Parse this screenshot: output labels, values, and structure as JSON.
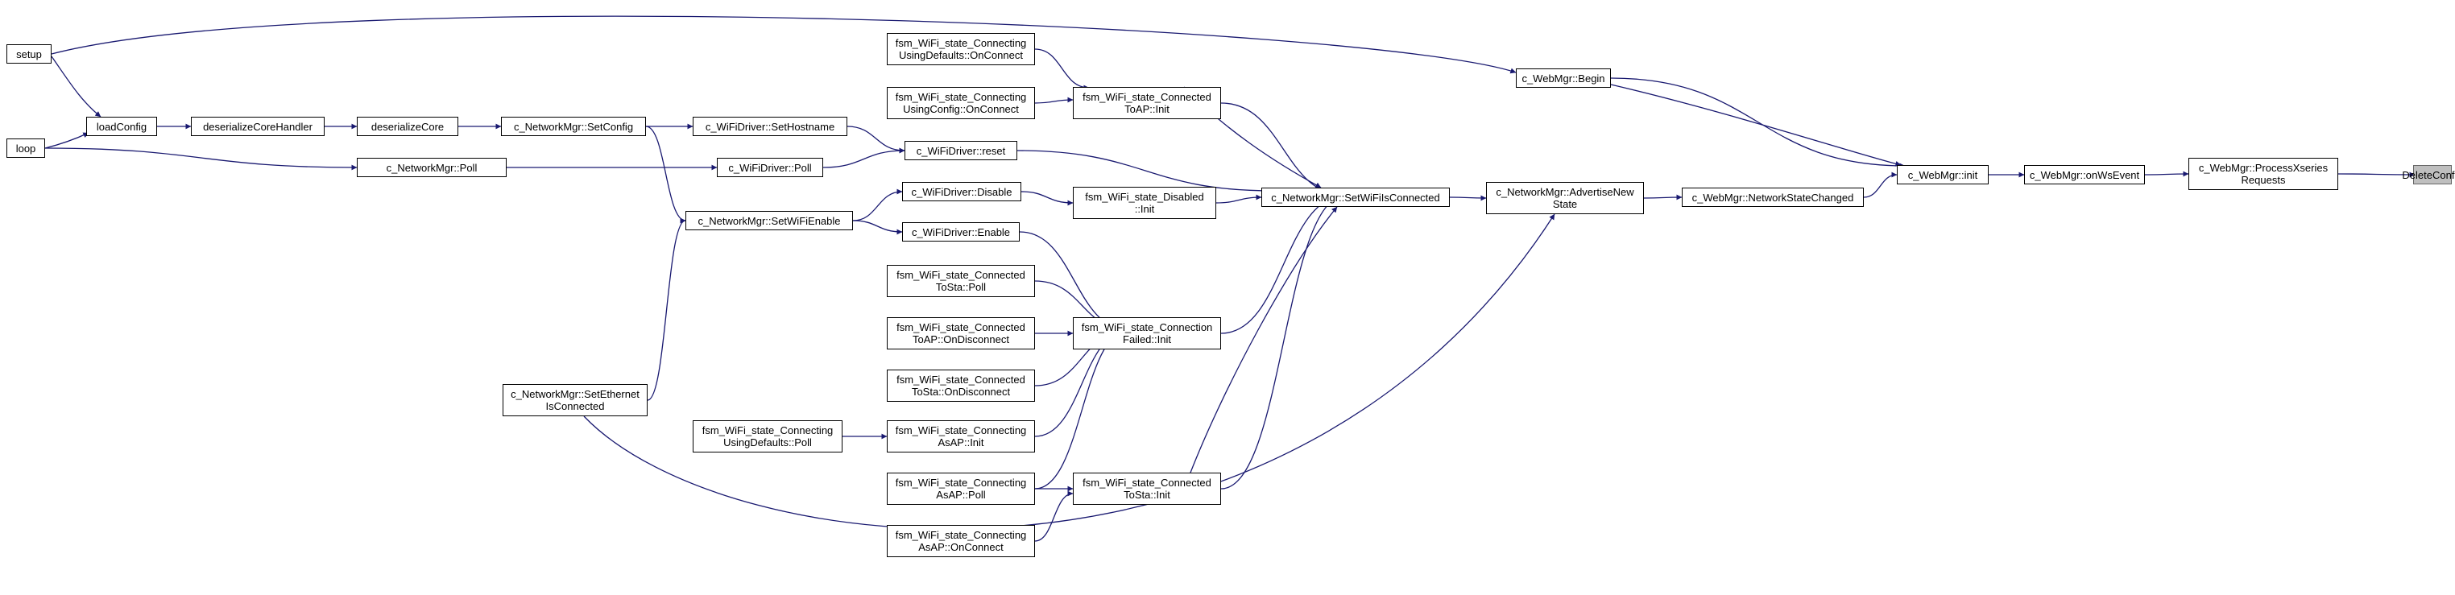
{
  "colors": {
    "edge": "#191970",
    "node_border": "#000000",
    "root_fill": "#bfbfbf",
    "root_border": "#666666"
  },
  "nodes": {
    "setup": [
      "setup"
    ],
    "loop": [
      "loop"
    ],
    "loadConfig": [
      "loadConfig"
    ],
    "deserializeCoreHandler": [
      "deserializeCoreHandler"
    ],
    "deserializeCore": [
      "deserializeCore"
    ],
    "setConfig": [
      "c_NetworkMgr::SetConfig"
    ],
    "poll": [
      "c_NetworkMgr::Poll"
    ],
    "setHostname": [
      "c_WiFiDriver::SetHostname"
    ],
    "wifiPoll": [
      "c_WiFiDriver::Poll"
    ],
    "reset": [
      "c_WiFiDriver::reset"
    ],
    "disable": [
      "c_WiFiDriver::Disable"
    ],
    "enable": [
      "c_WiFiDriver::Enable"
    ],
    "setWiFiEnable": [
      "c_NetworkMgr::SetWiFiEnable"
    ],
    "setEthernet": [
      "c_NetworkMgr::SetEthernet",
      "IsConnected"
    ],
    "connUsingDefaultsOnConnect": [
      "fsm_WiFi_state_Connecting",
      "UsingDefaults::OnConnect"
    ],
    "connUsingConfigOnConnect": [
      "fsm_WiFi_state_Connecting",
      "UsingConfig::OnConnect"
    ],
    "connectedToAPInit": [
      "fsm_WiFi_state_Connected",
      "ToAP::Init"
    ],
    "disabledInit": [
      "fsm_WiFi_state_Disabled",
      "::Init"
    ],
    "connectedToStaPoll": [
      "fsm_WiFi_state_Connected",
      "ToSta::Poll"
    ],
    "connectedToAPOnDisconnect": [
      "fsm_WiFi_state_Connected",
      "ToAP::OnDisconnect"
    ],
    "connectedToStaOnDisconnect": [
      "fsm_WiFi_state_Connected",
      "ToSta::OnDisconnect"
    ],
    "connAsAPInit": [
      "fsm_WiFi_state_Connecting",
      "AsAP::Init"
    ],
    "connUsingDefaultsPoll": [
      "fsm_WiFi_state_Connecting",
      "UsingDefaults::Poll"
    ],
    "connAsAPPoll": [
      "fsm_WiFi_state_Connecting",
      "AsAP::Poll"
    ],
    "connAsAPOnConnect": [
      "fsm_WiFi_state_Connecting",
      "AsAP::OnConnect"
    ],
    "connectionFailedInit": [
      "fsm_WiFi_state_Connection",
      "Failed::Init"
    ],
    "connectedToStaInit": [
      "fsm_WiFi_state_Connected",
      "ToSta::Init"
    ],
    "setWiFiIsConnected": [
      "c_NetworkMgr::SetWiFiIsConnected"
    ],
    "advertiseNewState": [
      "c_NetworkMgr::AdvertiseNew",
      "State"
    ],
    "networkStateChanged": [
      "c_WebMgr::NetworkStateChanged"
    ],
    "webBegin": [
      "c_WebMgr::Begin"
    ],
    "webInit": [
      "c_WebMgr::init"
    ],
    "onWsEvent": [
      "c_WebMgr::onWsEvent"
    ],
    "processXseries": [
      "c_WebMgr::ProcessXseries",
      "Requests"
    ],
    "deleteConfig": [
      "DeleteConfig"
    ]
  }
}
